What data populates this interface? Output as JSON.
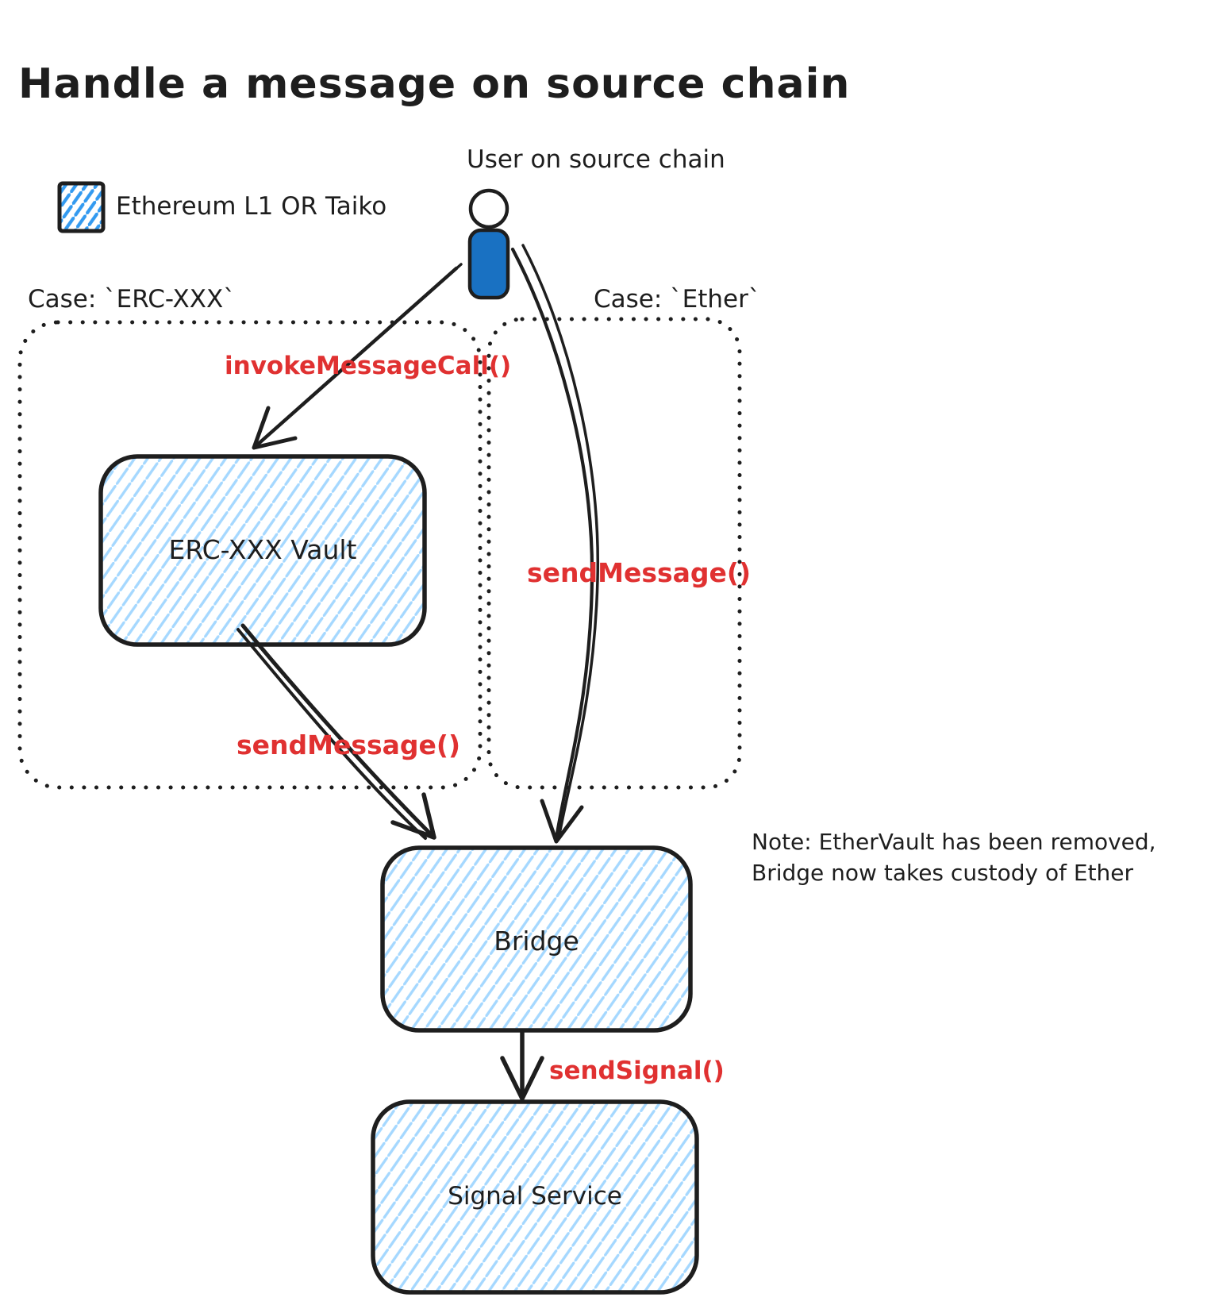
{
  "title": "Handle a message on source chain",
  "legend": {
    "swatch_icon": "hatched-square-icon",
    "label": "Ethereum L1 OR Taiko"
  },
  "actor": {
    "icon": "user-icon",
    "label": "User on source chain"
  },
  "groups": {
    "erc": {
      "label": "Case: `ERC-XXX`"
    },
    "ether": {
      "label": "Case: `Ether`"
    }
  },
  "nodes": {
    "vault": "ERC-XXX Vault",
    "bridge": "Bridge",
    "signal_service": "Signal Service"
  },
  "calls": {
    "invoke_message_call": "invokeMessageCall()",
    "send_message_erc": "sendMessage()",
    "send_message_ether": "sendMessage()",
    "send_signal": "sendSignal()"
  },
  "note": {
    "line1": "Note: EtherVault has been removed,",
    "line2": "Bridge now takes custody of Ether"
  },
  "colors": {
    "stroke_black": "#1e1e1e",
    "call_red": "#e03131",
    "box_hatch_blue": "#a5d8ff",
    "legend_hatch_blue": "#339af0",
    "user_fill_blue": "#1971c2",
    "background": "#ffffff"
  }
}
